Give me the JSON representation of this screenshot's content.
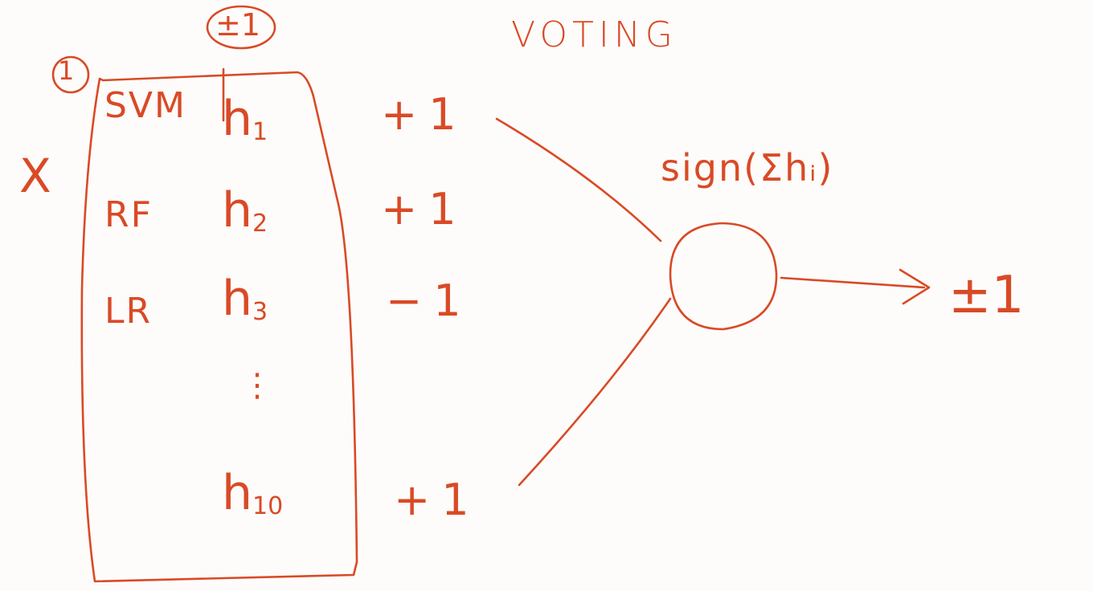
{
  "title": "VOTING",
  "input_label": "X",
  "header_output": "±1",
  "header_index": "1",
  "classifiers": [
    {
      "model": "SVM",
      "h_base": "h",
      "h_sub": "1",
      "vote": "+1"
    },
    {
      "model": "RF",
      "h_base": "h",
      "h_sub": "2",
      "vote": "+1"
    },
    {
      "model": "LR",
      "h_base": "h",
      "h_sub": "3",
      "vote": "−1"
    },
    {
      "model": "",
      "h_base": "h",
      "h_sub": "10",
      "vote": "+1"
    }
  ],
  "ellipsis": "⋮",
  "aggregator_formula": "sign(Σhᵢ)",
  "final_output": "±1",
  "ink_color": "#d94a26"
}
